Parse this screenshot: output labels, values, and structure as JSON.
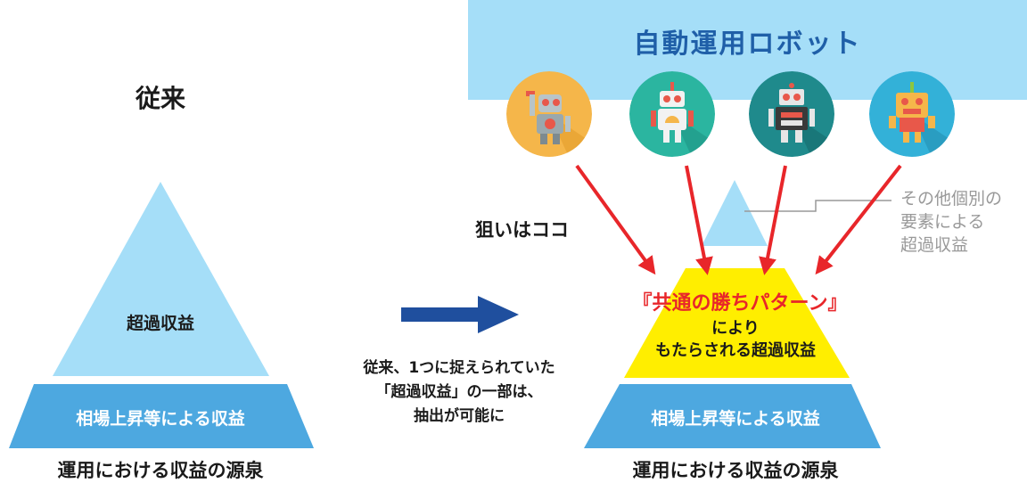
{
  "left": {
    "heading": "従来",
    "pyramid_top_label": "超過収益",
    "pyramid_base_label": "相場上昇等による収益",
    "caption": "運用における収益の源泉"
  },
  "middle": {
    "explanation_lines": [
      "従来、1つに捉えられていた",
      "「超過収益」の一部は、",
      "抽出が可能に"
    ]
  },
  "right": {
    "banner_title": "自動運用ロボット",
    "target_label": "狙いはココ",
    "other_label_lines": [
      "その他個別の",
      "要素による",
      "超過収益"
    ],
    "highlight_title": "『共通の勝ちパターン』",
    "highlight_lines": [
      "により",
      "もたらされる超過収益"
    ],
    "pyramid_base_label": "相場上昇等による収益",
    "caption": "運用における収益の源泉"
  },
  "robots": [
    {
      "icon": "robot-1-icon",
      "bg": "#f5b64a"
    },
    {
      "icon": "robot-2-icon",
      "bg": "#2bb5a0"
    },
    {
      "icon": "robot-3-icon",
      "bg": "#1f8a8c"
    },
    {
      "icon": "robot-4-icon",
      "bg": "#33b1d8"
    }
  ],
  "colors": {
    "light_blue": "#a5def8",
    "mid_blue": "#4da8e0",
    "dark_blue_arrow": "#1f4f9e",
    "red_arrow": "#e8262a",
    "yellow": "#ffee00",
    "title_blue": "#1f5fa8",
    "highlight_red": "#e8262a",
    "gray_text": "#999999"
  }
}
